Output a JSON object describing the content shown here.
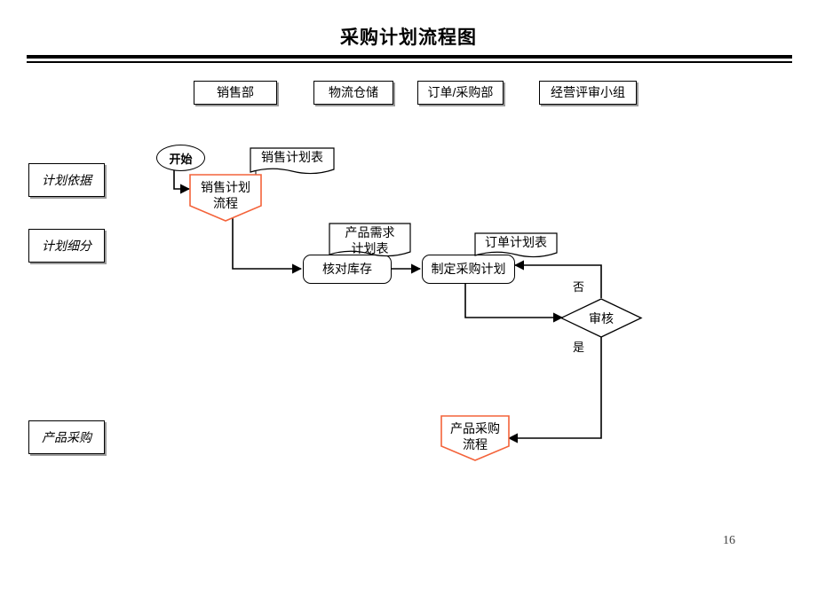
{
  "slide": {
    "title": "采购计划流程图",
    "page_number": "16",
    "colors": {
      "line": "#000000",
      "accent_orange": "#F4633A",
      "box_shadow": "#9A9A9A"
    }
  },
  "swimlane_headers": [
    {
      "label": "销售部"
    },
    {
      "label": "物流仓储"
    },
    {
      "label": "订单/采购部"
    },
    {
      "label": "经营评审小组"
    }
  ],
  "stage_labels": [
    {
      "label": "计划依据"
    },
    {
      "label": "计划细分"
    },
    {
      "label": "产品采购"
    }
  ],
  "nodes": {
    "start": {
      "label": "开始"
    },
    "sales_plan_process": {
      "label_line1": "销售计划",
      "label_line2": "流程"
    },
    "check_inventory": {
      "label": "核对库存"
    },
    "make_purchase_plan": {
      "label": "制定采购计划"
    },
    "review": {
      "label": "审核"
    },
    "product_purchase_process": {
      "label_line1": "产品采购",
      "label_line2": "流程"
    }
  },
  "documents": [
    {
      "name": "sales-plan-table",
      "line1": "销售计划表",
      "line2": ""
    },
    {
      "name": "product-demand-plan-table",
      "line1": "产品需求",
      "line2": "计划表"
    },
    {
      "name": "order-plan-table",
      "line1": "订单计划表",
      "line2": ""
    }
  ],
  "branches": {
    "no_label": "否",
    "yes_label": "是"
  }
}
